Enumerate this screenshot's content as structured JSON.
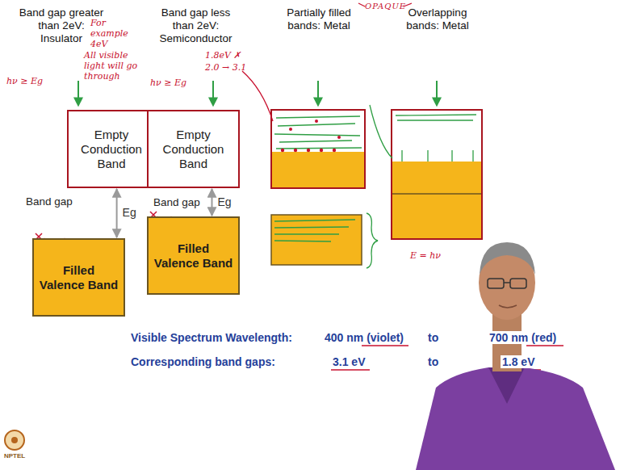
{
  "diagram": {
    "nodes": [
      {
        "text": [
          "Empty Conduction Band"
        ]
      },
      {
        "text": [
          "Filled Valence Band"
        ]
      },
      {
        "text": [
          "Empty Conduction Band"
        ]
      },
      {
        "text": [
          "Filled Valence Band"
        ]
      }
    ],
    "edges": [
      {
        "from": 0,
        "to": 1,
        "arrow": "both",
        "label": "Eg"
      },
      {
        "from": 2,
        "to": 3,
        "arrow": "both",
        "label": "Eg"
      }
    ],
    "labels": [
      "Band gap greater than 2eV: Insulator",
      "For example 4eV",
      "hν ≥ Eg",
      "All visible light will go through",
      "Band gap less than 2eV: Semiconductor",
      "hν ≥ Eg",
      "1.8eV ✗",
      "2.0 → 3.1",
      "Partially filled bands: Metal",
      "OPAQUE",
      "Overlapping bands: Metal",
      "Band gap",
      "Band gap",
      "E = hν",
      "Visible Spectrum Wavelength:",
      "400 nm (violet)",
      "to",
      "700 nm (red)",
      "Corresponding band gaps:",
      "3.1 eV",
      "to",
      "1.8 eV",
      "NPTEL"
    ]
  }
}
